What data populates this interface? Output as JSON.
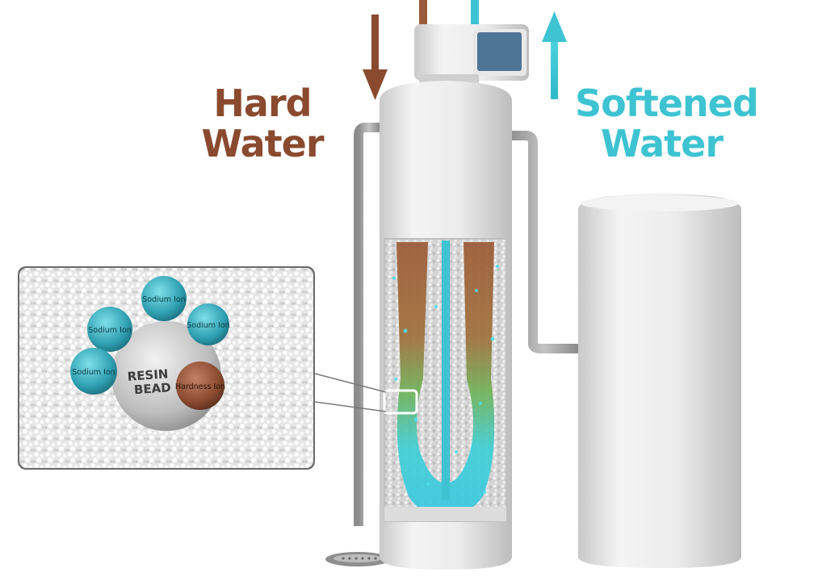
{
  "labels": {
    "hard_water": [
      "Hard",
      "Water"
    ],
    "softened_water": [
      "Softened",
      "Water"
    ]
  },
  "inset": {
    "resin_bead": [
      "RESIN",
      "BEAD"
    ],
    "ions": [
      {
        "text": "Sodium Ion",
        "kind": "sodium"
      },
      {
        "text": "Sodium Ion",
        "kind": "sodium"
      },
      {
        "text": "Sodium Ion",
        "kind": "sodium"
      },
      {
        "text": "Sodium Ion",
        "kind": "sodium"
      },
      {
        "text": "Hardness Ion",
        "kind": "hardness"
      }
    ]
  },
  "colors": {
    "hard": "#8a4a2e",
    "soft": "#3dc3d2",
    "tank": "#e8e8e8",
    "pipe": "#9a9a9a"
  }
}
